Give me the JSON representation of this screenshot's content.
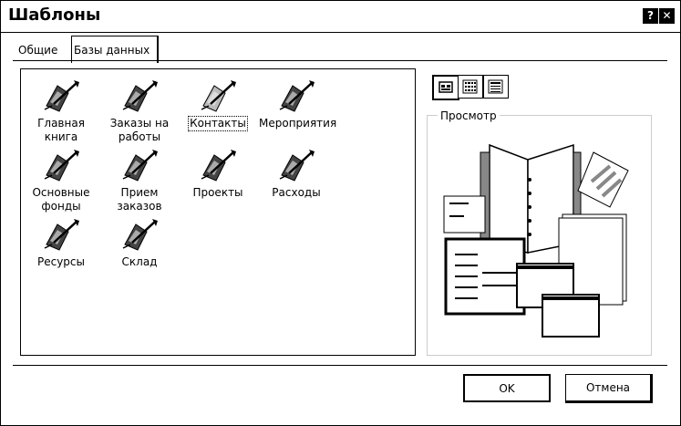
{
  "window": {
    "title": "Шаблоны",
    "help_glyph": "?",
    "close_glyph": "✕"
  },
  "tabs": [
    {
      "label": "Общие",
      "active": false
    },
    {
      "label": "Базы данных",
      "active": true
    }
  ],
  "templates": [
    {
      "label": "Главная книга",
      "lines": [
        "Главная",
        "книга"
      ],
      "icon": "wizard-wand-icon",
      "selected": false
    },
    {
      "label": "Заказы на работы",
      "lines": [
        "Заказы на",
        "работы"
      ],
      "icon": "wizard-wand-icon",
      "selected": false
    },
    {
      "label": "Контакты",
      "lines": [
        "Контакты"
      ],
      "icon": "wizard-wand-icon",
      "selected": true
    },
    {
      "label": "Мероприятия",
      "lines": [
        "Мероприятия"
      ],
      "icon": "wizard-wand-icon",
      "selected": false
    },
    {
      "label": "Основные фонды",
      "lines": [
        "Основные",
        "фонды"
      ],
      "icon": "wizard-wand-icon",
      "selected": false
    },
    {
      "label": "Прием заказов",
      "lines": [
        "Прием",
        "заказов"
      ],
      "icon": "wizard-wand-icon",
      "selected": false
    },
    {
      "label": "Проекты",
      "lines": [
        "Проекты"
      ],
      "icon": "wizard-wand-icon",
      "selected": false
    },
    {
      "label": "Расходы",
      "lines": [
        "Расходы"
      ],
      "icon": "wizard-wand-icon",
      "selected": false
    },
    {
      "label": "Ресурсы",
      "lines": [
        "Ресурсы"
      ],
      "icon": "wizard-wand-icon",
      "selected": false
    },
    {
      "label": "Склад",
      "lines": [
        "Склад"
      ],
      "icon": "wizard-wand-icon",
      "selected": false
    }
  ],
  "view_buttons": [
    {
      "icon": "large-icons-view-icon",
      "active": true
    },
    {
      "icon": "list-view-icon",
      "active": false
    },
    {
      "icon": "details-view-icon",
      "active": false
    }
  ],
  "preview": {
    "label": "Просмотр",
    "image": "database-forms-preview-illustration"
  },
  "buttons": {
    "ok": "OK",
    "cancel": "Отмена"
  }
}
